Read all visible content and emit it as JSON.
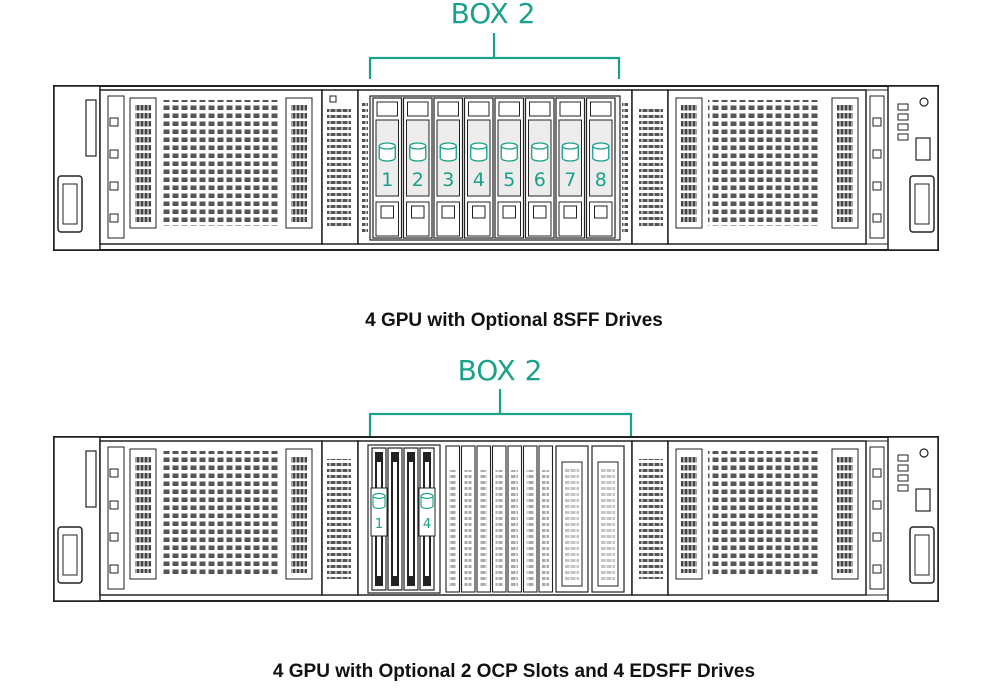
{
  "callouts": [
    {
      "text": "BOX 2",
      "color": "#1aa18a"
    },
    {
      "text": "BOX 2",
      "color": "#1aa18a"
    }
  ],
  "captions": [
    "4 GPU with Optional 8SFF Drives",
    "4 GPU with Optional 2 OCP Slots and 4 EDSFF Drives"
  ],
  "chassis_top": {
    "drive_bays": [
      "1",
      "2",
      "3",
      "4",
      "5",
      "6",
      "7",
      "8"
    ]
  },
  "chassis_bottom": {
    "edsff_drives": [
      "1",
      "4"
    ],
    "ocp_slots": 2
  },
  "colors": {
    "accent": "#1aa18a",
    "outline": "#222222",
    "panel": "#f2f2f2"
  }
}
